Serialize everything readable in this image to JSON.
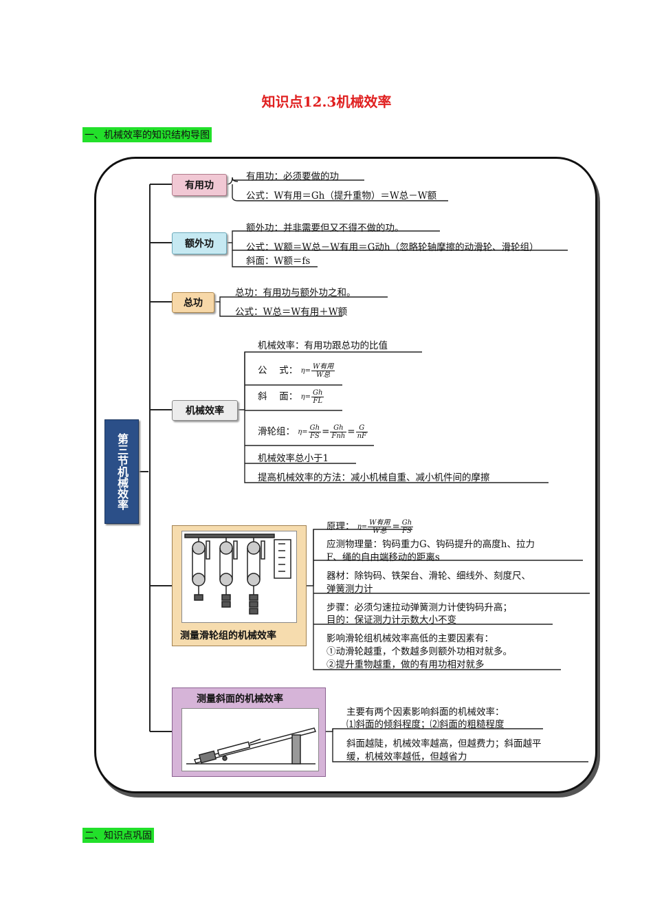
{
  "title": "知识点12.3机械效率",
  "section1": "一、机械效率的知识结构导图",
  "section2": "二、知识点巩固",
  "root": "第三节机械效率",
  "useful": {
    "label": "有用功",
    "def": "有用功：必须要做的功",
    "formula": "公式：W有用＝Gh（提升重物）＝W总－W额"
  },
  "extra": {
    "label": "额外功",
    "def": "额外功：并非需要但又不得不做的功。",
    "formula": "公式：W额＝W总－W有用＝G动h（忽略轮轴摩擦的动滑轮、滑轮组）",
    "incline": "斜面：W额＝fs"
  },
  "total": {
    "label": "总功",
    "def": "总功：有用功与额外功之和。",
    "formula": "公式：W总＝W有用＋W额"
  },
  "efficiency": {
    "label": "机械效率",
    "def": "机械效率：有用功跟总功的比值",
    "formula_label": "公　 式：",
    "incline_label": "斜　 面：",
    "pulley_label": "滑轮组：",
    "less_than_one": "机械效率总小于1",
    "improve": "提高机械效率的方法：减小机械自重、减小机件间的摩擦",
    "f_eta": "η=",
    "f_num1": "W有用",
    "f_den1": "W总",
    "f_num2": "Gh",
    "f_den2": "FL",
    "f_num3": "Gh",
    "f_den3": "FS",
    "f_num4": "Gh",
    "f_den4": "Fnh",
    "f_num5": "G",
    "f_den5": "nF"
  },
  "pulley_exp": {
    "label": "测量滑轮组的机械效率",
    "principle": "原理：",
    "measure1": "应测物理量：钩码重力G、钩码提升的高度h、拉力",
    "measure2": "F、绳的自由端移动的距离s",
    "equip1": "器材：除钩码、铁架台、滑轮、细线外、刻度尺、",
    "equip2": "弹簧测力计",
    "steps1": "步骤：必须匀速拉动弹簧测力计使钩码升高；",
    "steps2": "目的：保证测力计示数大小不变",
    "factors1": "影响滑轮组机械效率高低的主要因素有：",
    "factors2": "①动滑轮越重，个数越多则额外功相对就多。",
    "factors3": "②提升重物越重，做的有用功相对就多"
  },
  "incline_exp": {
    "label": "测量斜面的机械效率",
    "factors1": "主要有两个因素影响斜面的机械效率：",
    "factors2": "⑴斜面的倾斜程度；⑵斜面的粗糙程度",
    "result1": "斜面越陡，机械效率越高，但越费力；斜面越平",
    "result2": "缓，机械效率越低，但越省力"
  },
  "colors": {
    "title": "#e02020",
    "section_bg": "#22e02a",
    "root_bg": "#2b4f88",
    "useful_bg": "#f1c8d4",
    "extra_bg": "#c6e9f2",
    "total_bg": "#f7d8a8",
    "eff_bg": "#ececec",
    "pulley_panel": "#f6dcae",
    "incline_panel": "#d6b4d8"
  }
}
